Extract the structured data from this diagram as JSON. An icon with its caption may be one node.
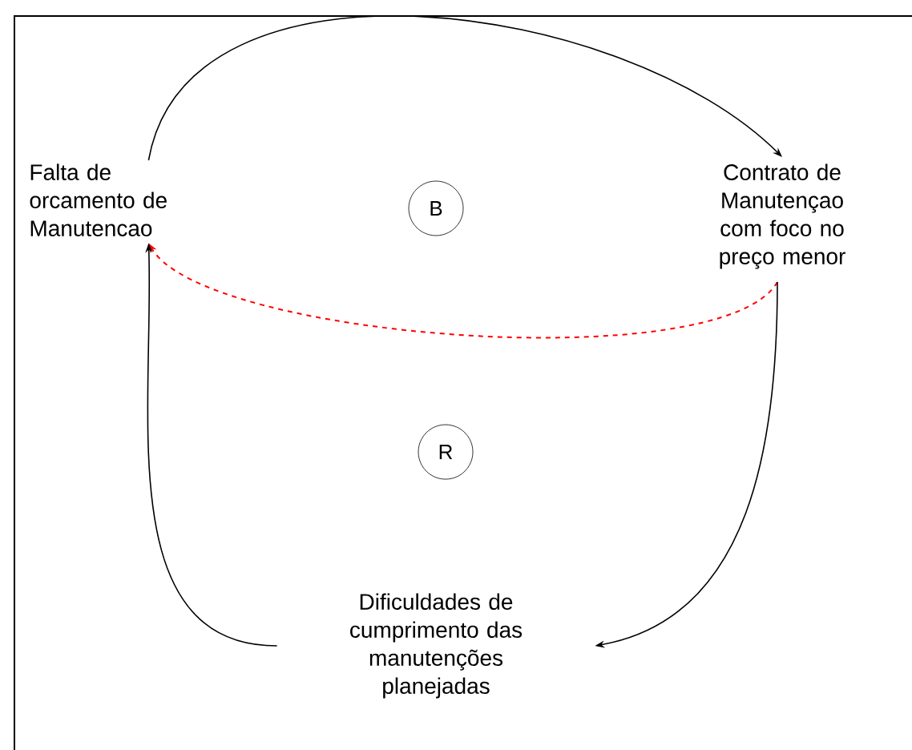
{
  "diagram": {
    "nodes": [
      {
        "text": [
          "Falta de orcamento de Manutencao"
        ]
      },
      {
        "text": [
          "Contrato de Manutençao com foco no preço menor"
        ]
      },
      {
        "text": [
          "Dificuldades de cumprimento das manutenções planejadas"
        ]
      },
      {
        "text": [
          "B"
        ]
      },
      {
        "text": [
          "R"
        ]
      }
    ],
    "edges": [
      {
        "from": 0,
        "to": 1,
        "arrow": "to"
      },
      {
        "from": 1,
        "to": 0,
        "arrow": "to",
        "style": "dashed",
        "color": "#ff0000"
      },
      {
        "from": 1,
        "to": 2,
        "arrow": "to"
      },
      {
        "from": 2,
        "to": 0,
        "arrow": "to"
      }
    ]
  }
}
